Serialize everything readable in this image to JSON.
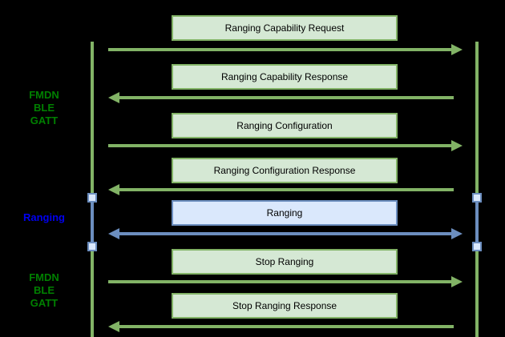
{
  "diagram": {
    "type": "sequence-diagram",
    "background": "#000000"
  },
  "colors": {
    "green_stroke": "#82b366",
    "green_fill": "#d5e8d4",
    "blue_stroke": "#6c8ebf",
    "blue_fill": "#dae8fc",
    "phase_label_green": "#008000",
    "phase_label_blue": "#0000f0",
    "message_text": "#000000"
  },
  "side_labels": {
    "top": {
      "line1": "FMDN",
      "line2": "BLE",
      "line3": "GATT"
    },
    "middle": {
      "line1": "Ranging"
    },
    "bottom": {
      "line1": "FMDN",
      "line2": "BLE",
      "line3": "GATT"
    }
  },
  "messages": [
    {
      "label": "Ranging Capability Request",
      "direction": "right",
      "theme": "green"
    },
    {
      "label": "Ranging Capability Response",
      "direction": "left",
      "theme": "green"
    },
    {
      "label": "Ranging Configuration",
      "direction": "right",
      "theme": "green"
    },
    {
      "label": "Ranging Configuration Response",
      "direction": "left",
      "theme": "green"
    },
    {
      "label": "Ranging",
      "direction": "both",
      "theme": "blue"
    },
    {
      "label": "Stop Ranging",
      "direction": "right",
      "theme": "green"
    },
    {
      "label": "Stop Ranging Response",
      "direction": "left",
      "theme": "green"
    }
  ]
}
